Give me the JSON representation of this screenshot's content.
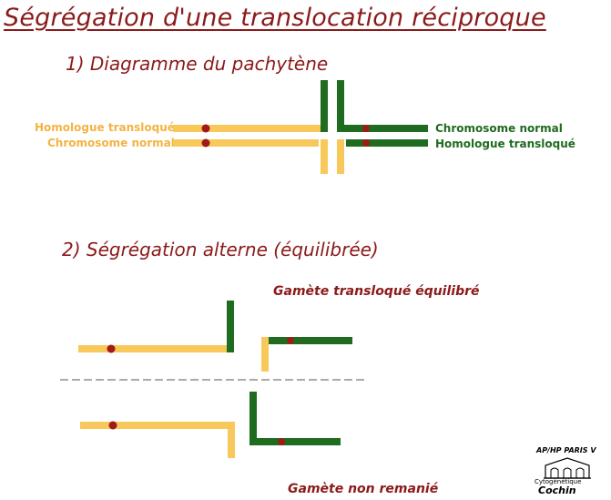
{
  "title": "Ségrégation d'une translocation réciproque",
  "section1": "1) Diagramme du pachytène",
  "section2": "2) Ségrégation alterne (équilibrée)",
  "labels": {
    "left_top": "Homologue transloqué",
    "left_bottom": "Chromosome normal",
    "right_top": "Chromosome normal",
    "right_bottom": "Homologue transloqué"
  },
  "gamete_top": "Gamète transloqué équilibré",
  "gamete_bottom": "Gamète  non remanié",
  "logo": {
    "top": "AP/HP  PARIS V",
    "mid": "Cytogénétique",
    "bottom": "Cochin"
  },
  "colors": {
    "yellow": "#f9c85a",
    "green": "#1f6b1f",
    "centromere": "#a11a1a",
    "text": "#8b1a1a"
  }
}
